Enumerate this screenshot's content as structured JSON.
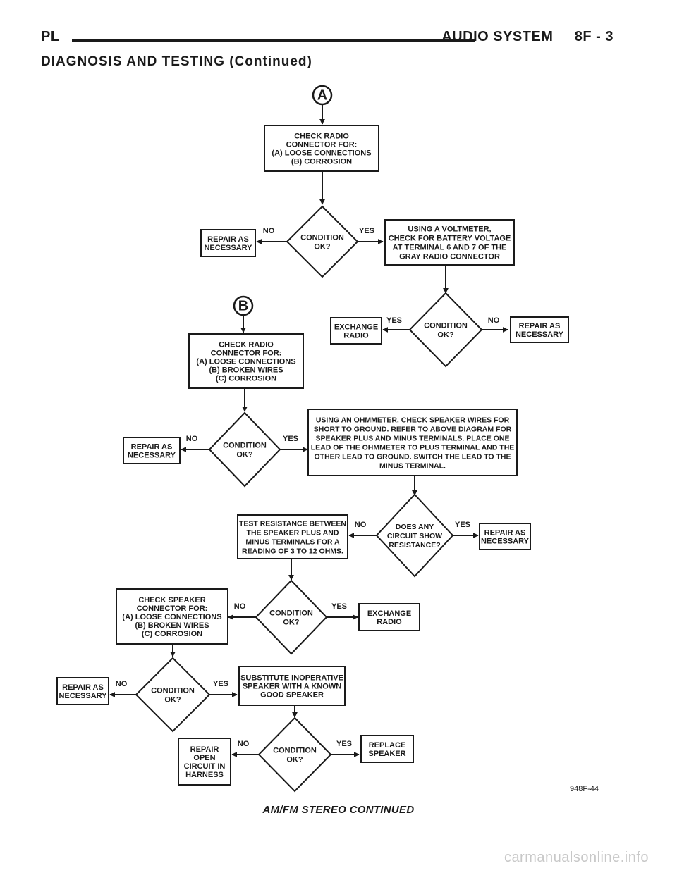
{
  "header": {
    "left": "PL",
    "right": "AUDIO SYSTEM     8F - 3",
    "section": "DIAGNOSIS AND TESTING (Continued)"
  },
  "flowchart": {
    "connectors": [
      "A",
      "B"
    ],
    "boxes": {
      "checkRadioA": [
        "CHECK RADIO",
        "CONNECTOR FOR:",
        "(A) LOOSE CONNECTIONS",
        "(B) CORROSION"
      ],
      "repair1": [
        "REPAIR AS",
        "NECESSARY"
      ],
      "voltmeter": [
        "USING A VOLTMETER,",
        "CHECK FOR BATTERY VOLTAGE",
        "AT TERMINAL 6 AND 7 OF THE",
        "GRAY RADIO CONNECTOR"
      ],
      "exchange1": [
        "EXCHANGE",
        "RADIO"
      ],
      "repair2": [
        "REPAIR AS",
        "NECESSARY"
      ],
      "checkRadioB": [
        "CHECK RADIO",
        "CONNECTOR FOR:",
        "(A) LOOSE CONNECTIONS",
        "(B) BROKEN WIRES",
        "(C) CORROSION"
      ],
      "repair3": [
        "REPAIR AS",
        "NECESSARY"
      ],
      "ohmmeter": [
        "USING AN OHMMETER, CHECK SPEAKER WIRES FOR",
        "SHORT TO GROUND. REFER TO ABOVE DIAGRAM FOR",
        "SPEAKER PLUS AND MINUS TERMINALS. PLACE ONE",
        "LEAD OF THE OHMMETER TO PLUS TERMINAL AND THE",
        "OTHER LEAD TO GROUND. SWITCH THE LEAD TO THE",
        "MINUS TERMINAL."
      ],
      "testResistance": [
        "TEST RESISTANCE BETWEEN",
        "THE SPEAKER PLUS AND",
        "MINUS TERMINALS FOR A",
        "READING OF 3 TO 12 OHMS."
      ],
      "repair4": [
        "REPAIR AS",
        "NECESSARY"
      ],
      "checkSpeaker": [
        "CHECK SPEAKER",
        "CONNECTOR FOR:",
        "(A) LOOSE CONNECTIONS",
        "(B) BROKEN WIRES",
        "(C) CORROSION"
      ],
      "exchange2": [
        "EXCHANGE",
        "RADIO"
      ],
      "repair5": [
        "REPAIR AS",
        "NECESSARY"
      ],
      "substitute": [
        "SUBSTITUTE INOPERATIVE",
        "SPEAKER WITH A KNOWN",
        "GOOD SPEAKER"
      ],
      "repairOpen": [
        "REPAIR",
        "OPEN",
        "CIRCUIT IN",
        "HARNESS"
      ],
      "replaceSpeaker": [
        "REPLACE",
        "SPEAKER"
      ]
    },
    "decisions": {
      "condition": [
        "CONDITION",
        "OK?"
      ],
      "circuit": [
        "DOES ANY",
        "CIRCUIT SHOW",
        "RESISTANCE?"
      ]
    },
    "yes": "YES",
    "no": "NO",
    "figureId": "948F-44"
  },
  "caption": "AM/FM STEREO CONTINUED",
  "watermark": "carmanualsonline.info"
}
